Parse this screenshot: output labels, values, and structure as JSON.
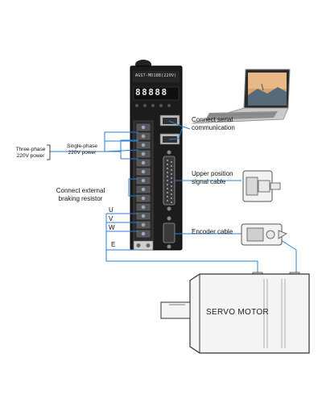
{
  "device": {
    "model": "AGS7-MD18B(220V)",
    "display_digits": "88888"
  },
  "labels": {
    "serial": "Connect serial\ncommunication",
    "three_phase": "Three-phase\n220V power",
    "single_phase": "Single-phase\n220V power",
    "upper_position": "Upper position\nsignal cable",
    "braking": "Connect external\nbraking resistor",
    "u": "U",
    "v": "V",
    "w": "W",
    "e": "E",
    "encoder": "Encoder cable",
    "motor": "SERVO MOTOR"
  },
  "colors": {
    "wire": "#2a7fd4",
    "driver_body": "#1a1a1a",
    "laptop_body": "#b8b8b8",
    "motor_body": "#f3f3f3"
  }
}
